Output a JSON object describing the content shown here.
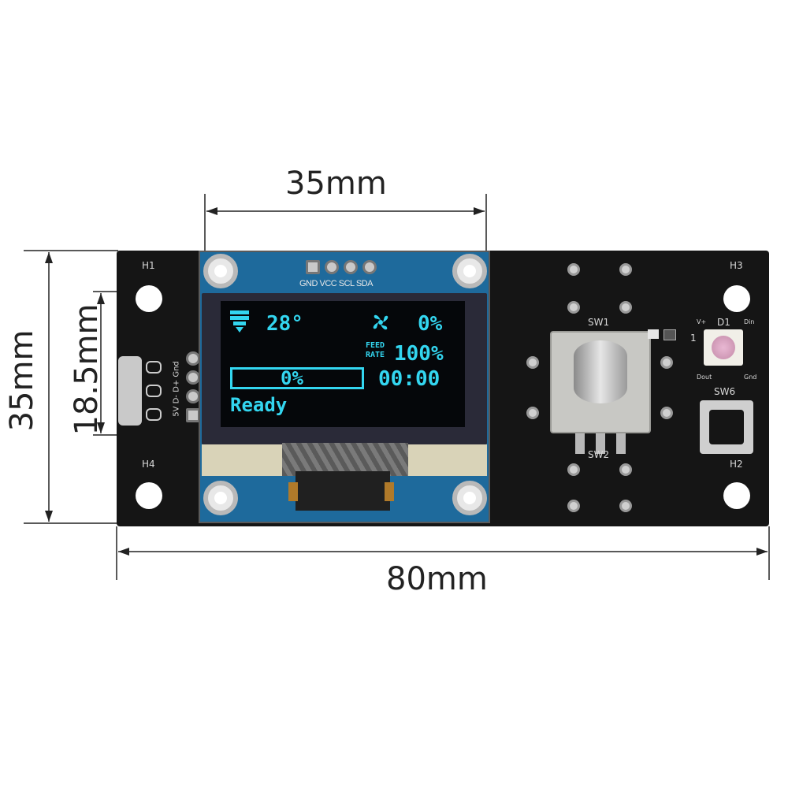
{
  "dimensions": {
    "top_width": "35mm",
    "left_height": "35mm",
    "screen_height": "18.5mm",
    "bottom_width": "80mm"
  },
  "board_labels": {
    "h1": "H1",
    "h2": "H2",
    "h3": "H3",
    "h4": "H4",
    "sw1": "SW1",
    "sw2": "SW2",
    "sw6": "SW6",
    "d1": "D1",
    "pins": "GND VCC SCL SDA",
    "usb_pins": "5V D- D+ Gnd",
    "led_vplus": "V+",
    "led_din": "Din",
    "led_dout": "Dout",
    "led_gnd": "Gnd",
    "pin1": "1"
  },
  "screen": {
    "temp": "28°",
    "fan_percent": "0%",
    "feed_label_1": "FEED",
    "feed_label_2": "RATE",
    "feedrate": "100%",
    "progress": "0%",
    "time": "00:00",
    "status": "Ready"
  },
  "colors": {
    "screen_text": "#33d6f0",
    "pcb": "#151515",
    "oled_pcb": "#1e6a9c"
  }
}
